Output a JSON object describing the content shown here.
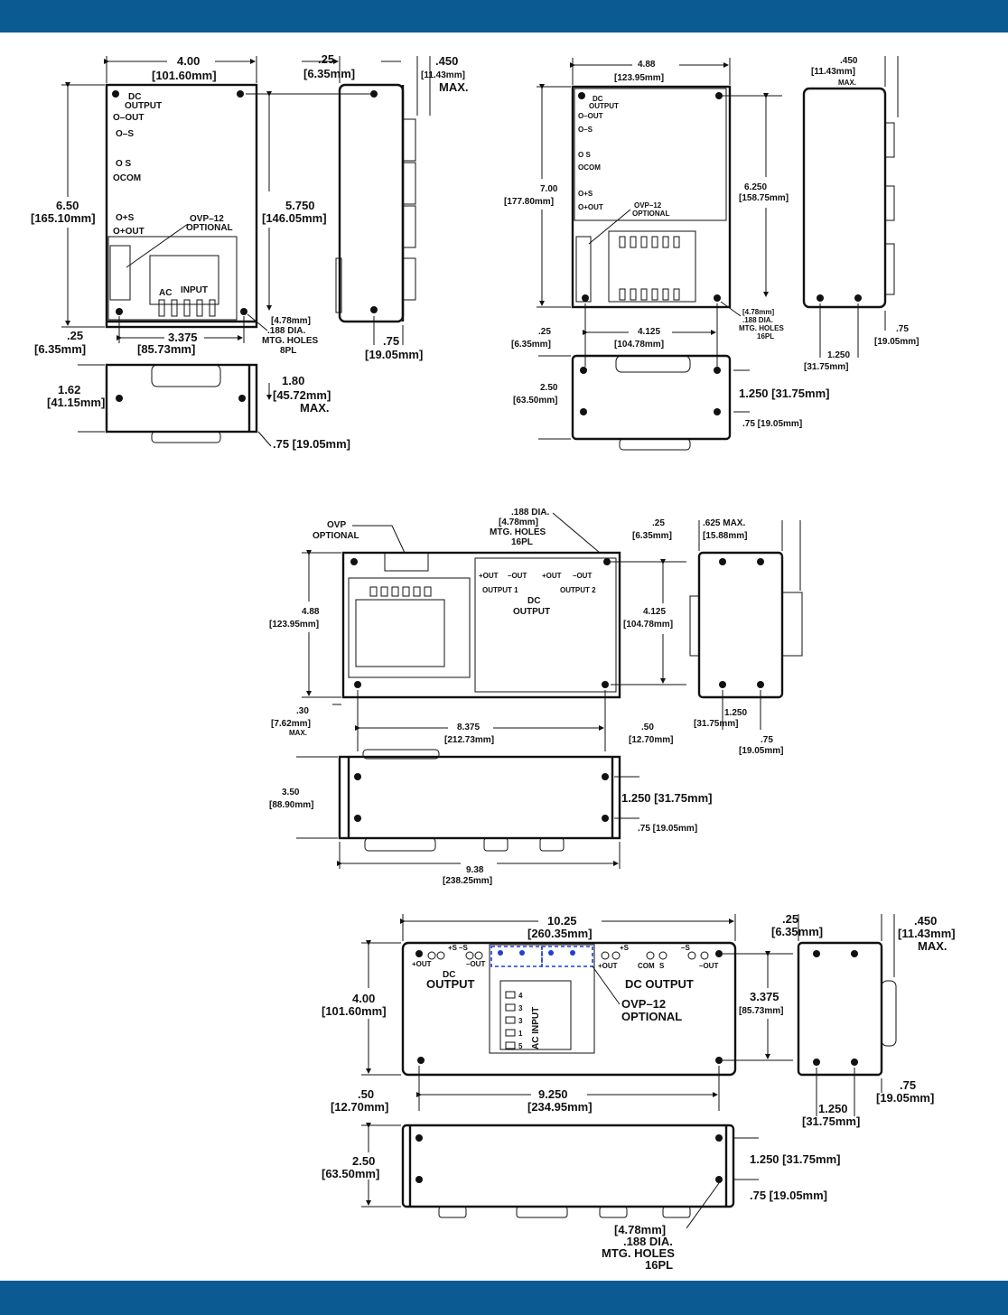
{
  "colors": {
    "banner": "#0b5b92",
    "ovp_highlight": "#1f3fd1"
  },
  "d1": {
    "w": "4.00",
    "w_mm": "[101.60mm]",
    "h": "6.50",
    "h_mm": "[165.10mm]",
    "holes_h": "5.750",
    "holes_h_mm": "[146.05mm]",
    "holes_w": "3.375",
    "holes_w_mm": "[85.73mm]",
    "edge": ".25",
    "edge_mm": "[6.35mm]",
    "side_off": ".25",
    "side_off_mm": "[6.35mm]",
    "side_max": ".450",
    "side_max_mm": "[11.43mm]",
    "max": "MAX.",
    "foot": ".75",
    "foot_mm": "[19.05mm]",
    "front_h": "1.62",
    "front_h_mm": "[41.15mm]",
    "front_max": "1.80",
    "front_max_mm": "[45.72mm]",
    "front_foot": ".75 [19.05mm]",
    "holes_mm": "[4.78mm]",
    "holes_dia": ".188 DIA.",
    "holes_mtg": "MTG. HOLES",
    "holes_pl": "8PL",
    "dc": "DC",
    "output": "OUTPUT",
    "t_out_neg": "O–OUT",
    "t_s_neg": "O–S",
    "t_s_pos": "O S",
    "t_com": "OCOM",
    "t_s_plus": "O+S",
    "t_out_pos": "O+OUT",
    "ovp": "OVP–12",
    "optional": "OPTIONAL",
    "ac": "AC",
    "input": "INPUT"
  },
  "d2": {
    "w": "4.88",
    "w_mm": "[123.95mm]",
    "h": "7.00",
    "h_mm": "[177.80mm]",
    "holes_h": "6.250",
    "holes_h_mm": "[158.75mm]",
    "holes_w": "4.125",
    "holes_w_mm": "[104.78mm]",
    "edge": ".25",
    "edge_mm": "[6.35mm]",
    "side_max": ".450",
    "side_max_mm": "[11.43mm]",
    "max": "MAX.",
    "foot": ".75",
    "foot_mm": "[19.05mm]",
    "side_spacing": "1.250",
    "side_spacing_mm": "[31.75mm]",
    "front_h": "2.50",
    "front_h_mm": "[63.50mm]",
    "front_spacing": "1.250 [31.75mm]",
    "front_foot": ".75 [19.05mm]",
    "holes_mm": "[4.78mm]",
    "holes_dia": ".188 DIA.",
    "holes_mtg": "MTG. HOLES",
    "holes_pl": "16PL",
    "dc": "DC",
    "output": "OUTPUT",
    "t_out_neg": "O–OUT",
    "t_s_neg": "O–S",
    "t_s_pos": "O S",
    "t_com": "OCOM",
    "t_s_plus": "O+S",
    "t_out_pos": "O+OUT",
    "ovp": "OVP–12",
    "optional": "OPTIONAL"
  },
  "d3": {
    "ovp": "OVP",
    "optional": "OPTIONAL",
    "dia": ".188 DIA.",
    "dia_mm": "[4.78mm]",
    "mtg": "MTG. HOLES",
    "pl": "16PL",
    "side_off": ".25",
    "side_off_mm": "[6.35mm]",
    "side_max": ".625 MAX.",
    "side_max_mm": "[15.88mm]",
    "h": "4.88",
    "h_mm": "[123.95mm]",
    "holes_h": "4.125",
    "holes_h_mm": "[104.78mm]",
    "t1": "+OUT",
    "t2": "–OUT",
    "t3": "+OUT",
    "t4": "–OUT",
    "out1": "OUTPUT 1",
    "out2": "OUTPUT 2",
    "dc": "DC",
    "output": "OUTPUT",
    "low": ".30",
    "low_mm": "[7.62mm]",
    "max": "MAX.",
    "holes_w": "8.375",
    "holes_w_mm": "[212.73mm]",
    "edge": ".50",
    "edge_mm": "[12.70mm]",
    "side_spacing": "1.250",
    "side_spacing_mm": "[31.75mm]",
    "foot": ".75",
    "foot_mm": "[19.05mm]",
    "front_h": "3.50",
    "front_h_mm": "[88.90mm]",
    "front_spacing": "1.250 [31.75mm]",
    "front_foot": ".75 [19.05mm]",
    "w": "9.38",
    "w_mm": "[238.25mm]"
  },
  "d4": {
    "w": "10.25",
    "w_mm": "[260.35mm]",
    "side_off": ".25",
    "side_off_mm": "[6.35mm]",
    "side_max": ".450",
    "side_max_mm": "[11.43mm]",
    "max": "MAX.",
    "h": "4.00",
    "h_mm": "[101.60mm]",
    "holes_h": "3.375",
    "holes_h_mm": "[85.73mm]",
    "t_out_pos": "+OUT",
    "t_s_pos": "+S",
    "t_s_neg": "–S",
    "t_out_neg": "–OUT",
    "dc": "DC",
    "output": "OUTPUT",
    "dc_output": "DC OUTPUT",
    "com": "COM",
    "s": "S",
    "ovp": "OVP–12",
    "optional": "OPTIONAL",
    "ac_input": "AC INPUT",
    "pins": [
      "4",
      "3",
      "3",
      "1",
      "5"
    ],
    "edge": ".50",
    "edge_mm": "[12.70mm]",
    "holes_w": "9.250",
    "holes_w_mm": "[234.95mm]",
    "side_spacing": "1.250",
    "side_spacing_mm": "[31.75mm]",
    "foot": ".75",
    "foot_mm": "[19.05mm]",
    "front_h": "2.50",
    "front_h_mm": "[63.50mm]",
    "front_spacing": "1.250 [31.75mm]",
    "front_foot": ".75 [19.05mm]",
    "holes_mm": "[4.78mm]",
    "holes_dia": ".188 DIA.",
    "holes_mtg": "MTG. HOLES",
    "holes_pl": "16PL"
  }
}
